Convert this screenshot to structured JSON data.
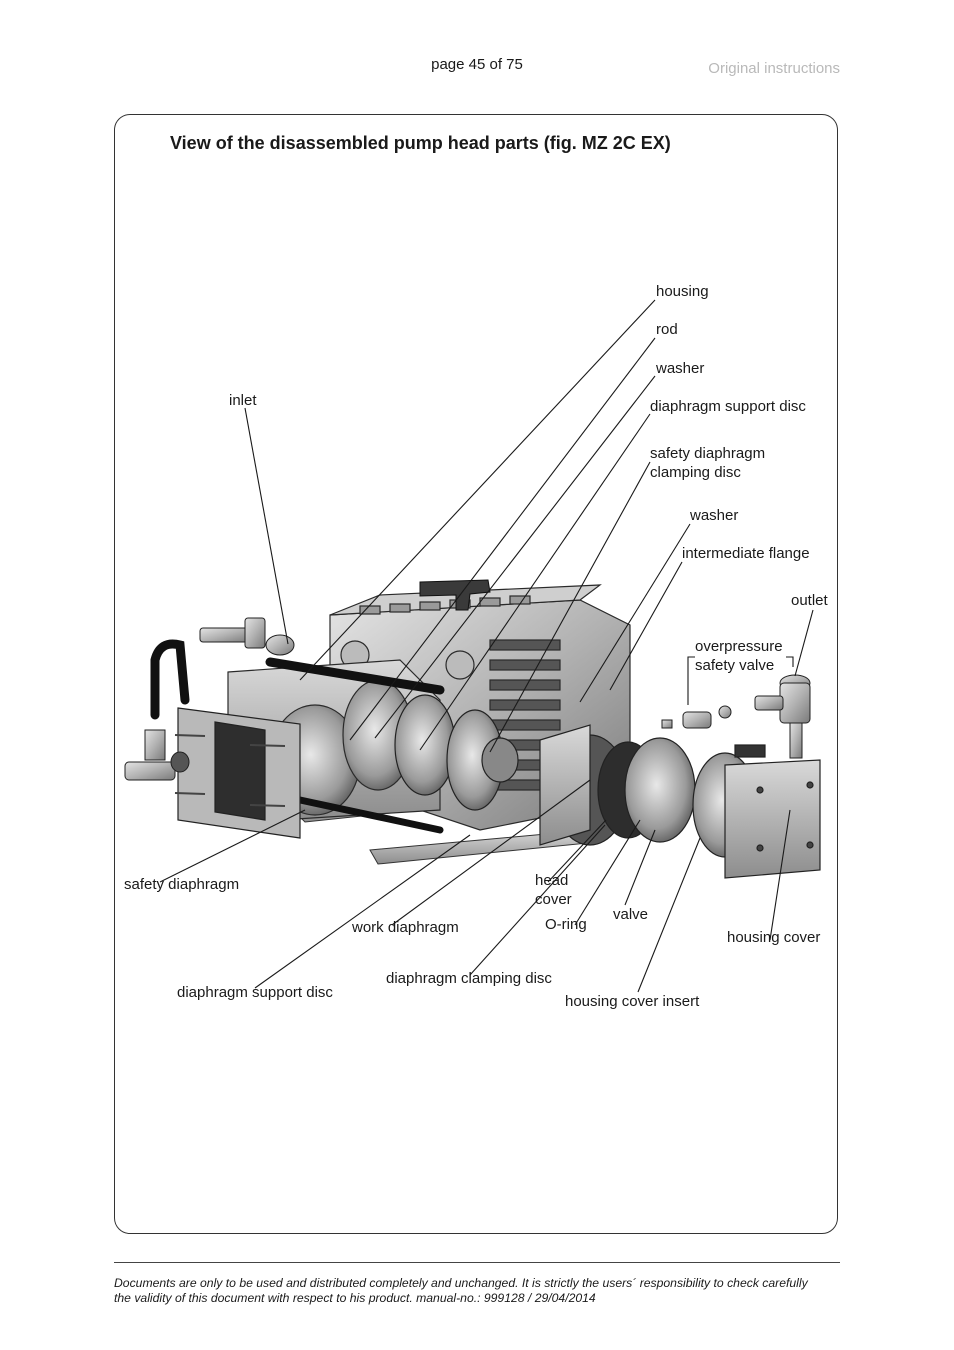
{
  "header": {
    "page_number": "page 45 of 75",
    "doc_label": "Original instructions"
  },
  "figure": {
    "title": "View of the disassembled pump head parts (fig. MZ 2C EX)",
    "labels": {
      "housing": "housing",
      "rod": "rod",
      "washer_top": "washer",
      "diaphragm_support_disc_top": "diaphragm support disc",
      "safety_clamping_disc_1": "safety diaphragm",
      "safety_clamping_disc_2": "clamping disc",
      "washer_mid": "washer",
      "intermediate_flange": "intermediate flange",
      "outlet": "outlet",
      "overpressure_1": "overpressure",
      "overpressure_2": "safety valve",
      "inlet": "inlet",
      "safety_diaphragm": "safety diaphragm",
      "head_cover_1": "head",
      "head_cover_2": "cover",
      "o_ring": "O-ring",
      "valve": "valve",
      "housing_cover": "housing cover",
      "work_diaphragm": "work diaphragm",
      "diaphragm_clamping_disc": "diaphragm clamping disc",
      "diaphragm_support_disc_bottom": "diaphragm support disc",
      "housing_cover_insert": "housing cover insert"
    }
  },
  "footer": {
    "line1": "Documents are only to be used and distributed completely and unchanged. It is strictly the users´ responsibility to check carefully",
    "line2": "the validity of this document with respect to his product. manual-no.: 999128 / 29/04/2014"
  }
}
